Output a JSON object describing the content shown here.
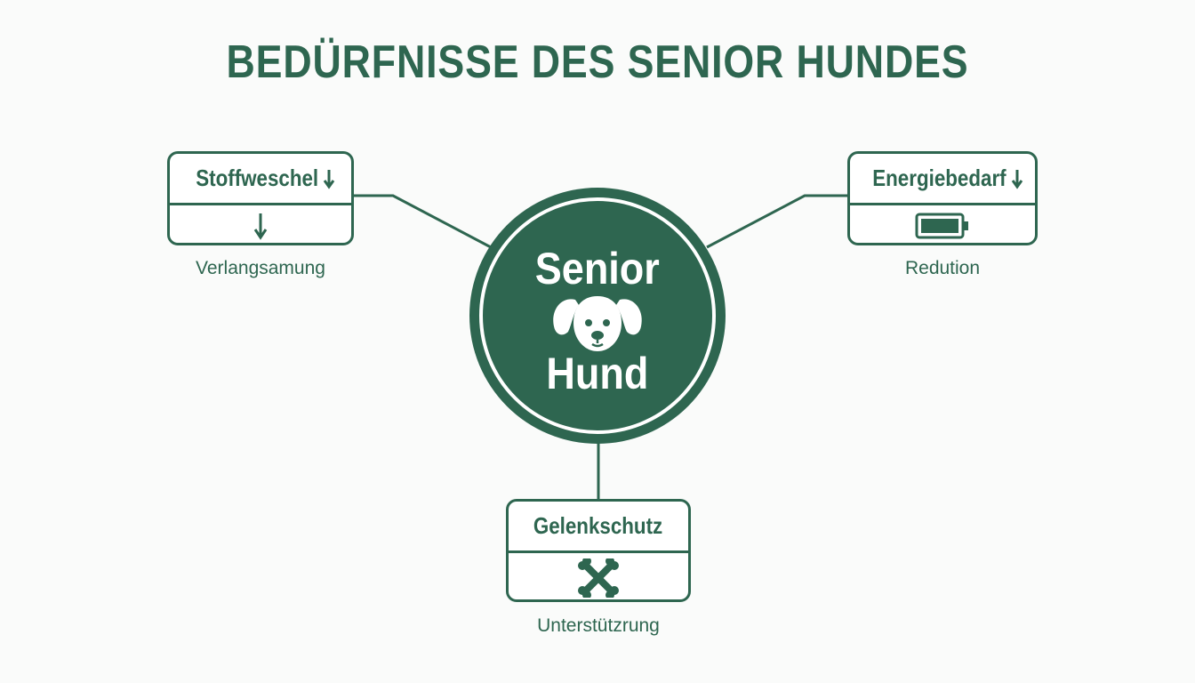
{
  "title": "BEDÜRFNISSE DES SENIOR HUNDES",
  "center": {
    "line1": "Senior",
    "line2": "Hund",
    "icon": "dog-face-icon"
  },
  "nodes": {
    "stoffwechsel": {
      "heading": "Stoffweschel",
      "heading_icon": "arrow-down-icon",
      "body_icon": "arrow-down-icon",
      "caption": "Verlangsamung"
    },
    "energie": {
      "heading": "Energiebedarf",
      "heading_icon": "arrow-down-icon",
      "body_icon": "battery-low-icon",
      "caption": "Redution"
    },
    "gelenk": {
      "heading": "Gelenkschutz",
      "body_icon": "crossed-bones-icon",
      "caption": "Unterstützrung"
    }
  },
  "colors": {
    "primary": "#2e6650",
    "background": "#fafbfa"
  }
}
